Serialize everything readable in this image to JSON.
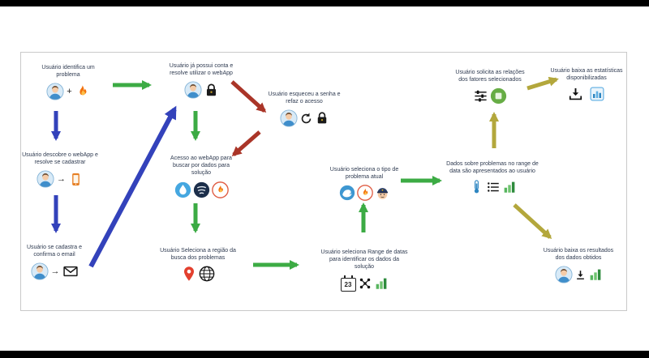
{
  "page": {
    "background": "#ffffff",
    "top_bar_color": "#000000",
    "bottom_bar_color": "#000000"
  },
  "diagram": {
    "nodes": [
      {
        "label": "Usuário identifica um problema",
        "plus": "+",
        "icons": [
          "user-avatar-icon",
          "fire-icon"
        ]
      },
      {
        "label": "Usuário já possui conta e resolve utilizar o webApp",
        "icons": [
          "user-avatar-icon",
          "lock-icon"
        ]
      },
      {
        "label": "Usuário esqueceu a senha e refaz o acesso",
        "icons": [
          "user-avatar-icon",
          "refresh-icon",
          "lock-icon"
        ]
      },
      {
        "label": "Usuário descobre o webApp e resolve se cadastrar",
        "arrow": "→",
        "icons": [
          "user-avatar-icon",
          "phone-icon"
        ]
      },
      {
        "label": "Usuário se cadastra e confirma o email",
        "arrow": "→",
        "icons": [
          "user-avatar-icon",
          "envelope-icon"
        ]
      },
      {
        "label": "Acesso ao webApp para buscar por dados para solução",
        "icons": [
          "water-drop-icon",
          "storm-icon",
          "fire-ring-icon"
        ]
      },
      {
        "label": "Usuário Seleciona a região da busca dos problemas",
        "icons": [
          "map-pin-icon",
          "globe-icon"
        ]
      },
      {
        "label": "Usuário seleciona Range de datas para identificar os dados da solução",
        "calendar_day": "23",
        "icons": [
          "calendar-icon",
          "network-icon",
          "bar-chart-icon"
        ]
      },
      {
        "label": "Usuário seleciona o tipo de problema atual",
        "icons": [
          "wave-icon",
          "fire-ring-icon",
          "officer-icon"
        ]
      },
      {
        "label": "Dados sobre problemas no range de data são apresentados ao usuário",
        "icons": [
          "thermometer-icon",
          "list-icon",
          "bar-chart-icon"
        ]
      },
      {
        "label": "Usuário solicita as relações dos fatores selecionados",
        "icons": [
          "sliders-icon",
          "green-button-icon"
        ]
      },
      {
        "label": "Usuário baixa as estatísticas disponibilizadas",
        "icons": [
          "download-tray-icon",
          "chart-panel-icon"
        ]
      },
      {
        "label": "Usuário baixa os resultados dos dados obtidos",
        "icons": [
          "user-avatar-icon",
          "download-arrow-icon",
          "bar-chart-icon"
        ]
      }
    ],
    "arrows": [
      {
        "from": 0,
        "to": 1,
        "color": "green"
      },
      {
        "from": 0,
        "to": 3,
        "color": "blue"
      },
      {
        "from": 3,
        "to": 4,
        "color": "blue"
      },
      {
        "from": 4,
        "to": 1,
        "color": "blue"
      },
      {
        "from": 1,
        "to": 2,
        "color": "red"
      },
      {
        "from": 2,
        "to": 5,
        "color": "red"
      },
      {
        "from": 1,
        "to": 5,
        "color": "green"
      },
      {
        "from": 5,
        "to": 6,
        "color": "green"
      },
      {
        "from": 6,
        "to": 7,
        "color": "green"
      },
      {
        "from": 7,
        "to": 8,
        "color": "green"
      },
      {
        "from": 8,
        "to": 9,
        "color": "green"
      },
      {
        "from": 9,
        "to": 10,
        "color": "olive"
      },
      {
        "from": 10,
        "to": 11,
        "color": "olive"
      },
      {
        "from": 9,
        "to": 12,
        "color": "olive"
      }
    ],
    "colors": {
      "green": "#3cab44",
      "blue": "#3342bb",
      "red": "#aa3528",
      "olive": "#b3a73c"
    }
  }
}
